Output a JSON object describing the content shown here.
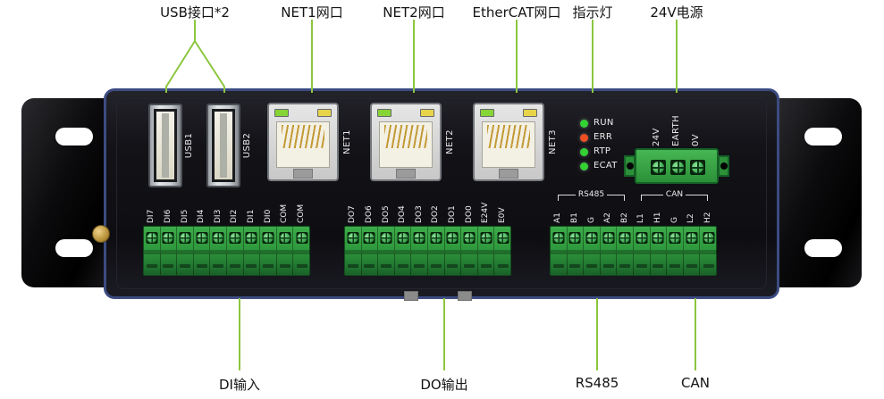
{
  "colors": {
    "callout_green": "#8CC63F",
    "device_border_blue": "#3C4B82",
    "terminal_green": "#2F9A3D",
    "led_green": "#33D133",
    "led_red": "#F04E23",
    "net_led_green": "#86D435",
    "net_led_yellow": "#E8D44A"
  },
  "top_callouts": [
    {
      "label": "USB接口*2"
    },
    {
      "label": "NET1网口"
    },
    {
      "label": "NET2网口"
    },
    {
      "label": "EtherCAT网口"
    },
    {
      "label": "指示灯"
    },
    {
      "label": "24V电源"
    }
  ],
  "bottom_callouts": [
    {
      "label": "DI输入"
    },
    {
      "label": "DO输出"
    },
    {
      "label": "RS485"
    },
    {
      "label": "CAN"
    }
  ],
  "panel": {
    "usb_ports": [
      {
        "label": "USB1"
      },
      {
        "label": "USB2"
      }
    ],
    "net_ports": [
      {
        "label": "NET1"
      },
      {
        "label": "NET2"
      },
      {
        "label": "NET3"
      }
    ],
    "leds": [
      {
        "label": "RUN",
        "color": "#33D133"
      },
      {
        "label": "ERR",
        "color": "#F04E23"
      },
      {
        "label": "RTP",
        "color": "#33D133"
      },
      {
        "label": "ECAT",
        "color": "#33D133"
      }
    ],
    "power_pins": [
      "24V",
      "EARTH",
      "0V"
    ],
    "terminal_blocks": [
      {
        "id": "di",
        "pins": [
          "DI7",
          "DI6",
          "DI5",
          "DI4",
          "DI3",
          "DI2",
          "DI1",
          "DI0",
          "COM",
          "COM"
        ],
        "groups": []
      },
      {
        "id": "do",
        "pins": [
          "DO7",
          "DO6",
          "DO5",
          "DO4",
          "DO3",
          "DO2",
          "DO1",
          "DO0",
          "E24V",
          "E0V"
        ],
        "groups": []
      },
      {
        "id": "comm",
        "pins": [
          "A1",
          "B1",
          "G",
          "A2",
          "B2",
          "L1",
          "H1",
          "G",
          "L2",
          "H2"
        ],
        "groups": [
          {
            "label": "RS485",
            "from": 0,
            "to": 4
          },
          {
            "label": "CAN",
            "from": 5,
            "to": 9
          }
        ]
      }
    ]
  }
}
